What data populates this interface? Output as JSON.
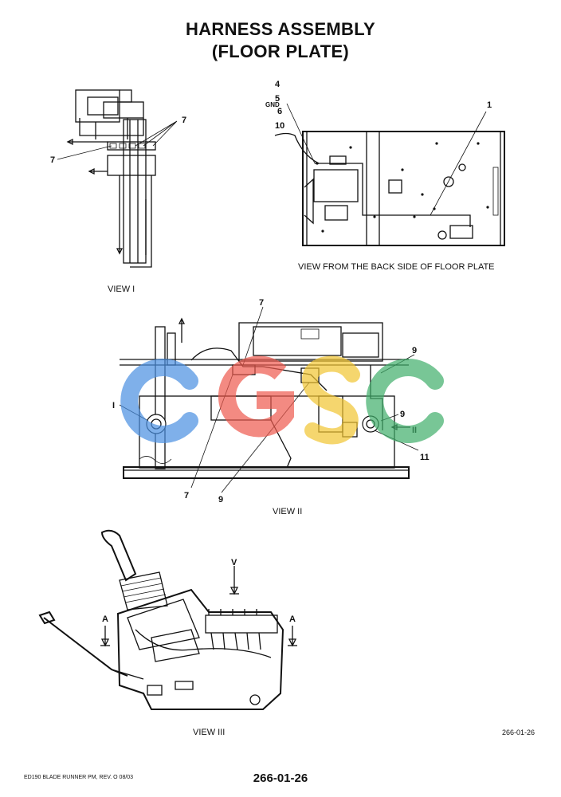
{
  "header": {
    "title_line1": "HARNESS ASSEMBLY",
    "title_line2": "(FLOOR PLATE)"
  },
  "views": {
    "view_i": {
      "caption": "VIEW I",
      "callouts": [
        "7",
        "7"
      ]
    },
    "back_view": {
      "caption": "VIEW FROM THE BACK SIDE OF FLOOR PLATE",
      "callouts": [
        "4",
        "5",
        "GND",
        "6",
        "10",
        "1"
      ]
    },
    "view_ii": {
      "caption": "VIEW II",
      "callouts": [
        "7",
        "I",
        "9",
        "9",
        "11",
        "7",
        "9",
        "II"
      ]
    },
    "view_iii": {
      "caption": "VIEW III",
      "callouts": [
        "V",
        "A",
        "A"
      ]
    }
  },
  "watermark": {
    "letters": [
      "C",
      "G",
      "S",
      "C"
    ],
    "colors": [
      "#4a90e2",
      "#ee5a4e",
      "#f2c531",
      "#3fae6a"
    ]
  },
  "footer": {
    "left": "ED190 BLADE RUNNER PM, REV. O 08/03",
    "center": "266-01-26",
    "ref": "266-01-26"
  }
}
